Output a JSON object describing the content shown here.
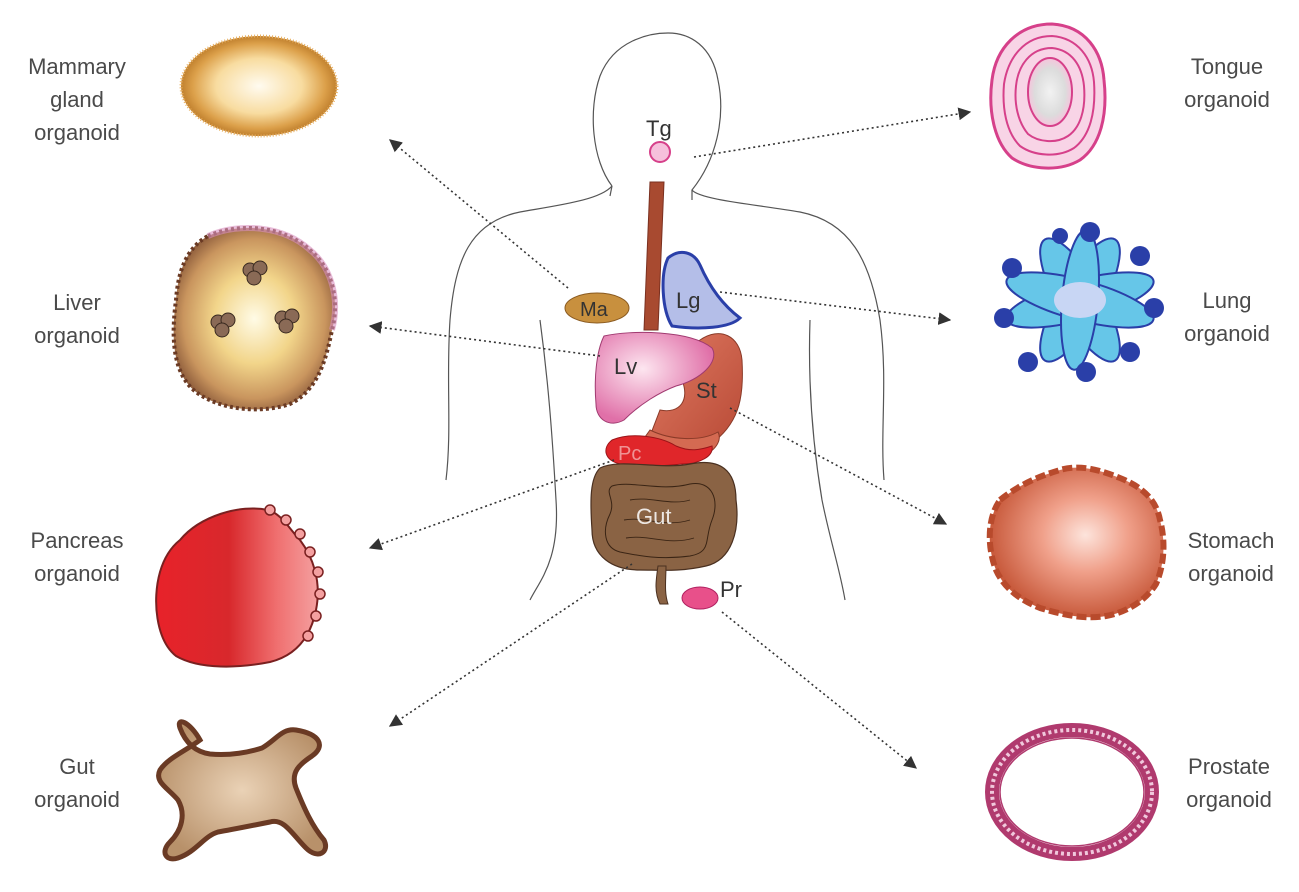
{
  "organoids": {
    "mammary": {
      "lines": [
        "Mammary",
        "gland",
        "organoid"
      ]
    },
    "liver": {
      "lines": [
        "Liver",
        "organoid"
      ]
    },
    "pancreas": {
      "lines": [
        "Pancreas",
        "organoid"
      ]
    },
    "gut": {
      "lines": [
        "Gut",
        "organoid"
      ]
    },
    "tongue": {
      "lines": [
        "Tongue",
        "organoid"
      ]
    },
    "lung": {
      "lines": [
        "Lung",
        "organoid"
      ]
    },
    "stomach": {
      "lines": [
        "Stomach",
        "organoid"
      ]
    },
    "prostate": {
      "lines": [
        "Prostate",
        "organoid"
      ]
    }
  },
  "organs": {
    "tongue": "Tg",
    "mammary": "Ma",
    "lung": "Lg",
    "liver": "Lv",
    "stomach": "St",
    "pancreas": "Pc",
    "gut": "Gut",
    "prostate": "Pr"
  },
  "colors": {
    "tongue": "#d6408a",
    "mammary": "#c8903e",
    "lung": "#2a3fa8",
    "liver": "#e87ab0",
    "stomach": "#c8604a",
    "pancreas": "#e0262a",
    "gut": "#8a6344",
    "prostate": "#b03a6e"
  }
}
